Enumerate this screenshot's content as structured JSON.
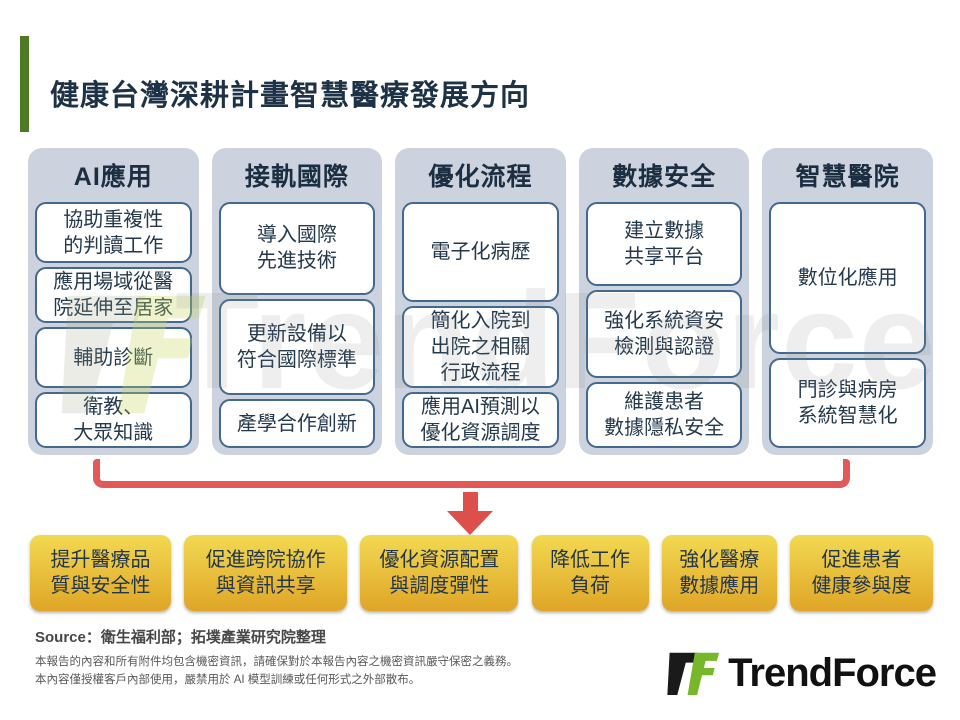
{
  "title": "健康台灣深耕計畫智慧醫療發展方向",
  "columns": [
    {
      "header": "AI應用",
      "items": [
        {
          "text": "協助重複性\n的判讀工作"
        },
        {
          "text": "應用場域從醫\n院延伸至居家"
        },
        {
          "text": "輔助診斷"
        },
        {
          "text": "衛教、\n大眾知識"
        }
      ]
    },
    {
      "header": "接軌國際",
      "items": [
        {
          "text": "導入國際\n先進技術"
        },
        {
          "text": "更新設備以\n符合國際標準"
        },
        {
          "text": "產學合作創新"
        }
      ]
    },
    {
      "header": "優化流程",
      "items": [
        {
          "text": "電子化病歷"
        },
        {
          "text": "簡化入院到\n出院之相關\n行政流程"
        },
        {
          "text": "應用AI預測以\n優化資源調度"
        }
      ]
    },
    {
      "header": "數據安全",
      "items": [
        {
          "text": "建立數據\n共享平台"
        },
        {
          "text": "強化系統資安\n檢測與認證"
        },
        {
          "text": "維護患者\n數據隱私安全"
        }
      ]
    },
    {
      "header": "智慧醫院",
      "items": [
        {
          "text": "數位化應用"
        },
        {
          "text": "門診與病房\n系統智慧化"
        }
      ]
    }
  ],
  "outcomes": [
    {
      "text": "提升醫療品\n質與安全性"
    },
    {
      "text": "促進跨院協作\n與資訊共享"
    },
    {
      "text": "優化資源配置\n與調度彈性"
    },
    {
      "text": "降低工作\n負荷"
    },
    {
      "text": "強化醫療\n數據應用"
    },
    {
      "text": "促進患者\n健康參與度"
    }
  ],
  "source": "Source：衛生福利部；拓墣產業研究院整理",
  "disclaimer": "本報告的內容和所有附件均包含機密資訊，請確保對於本報告內容之機密資訊嚴守保密之義務。\n本內容僅授權客戶內部使用，嚴禁用於 AI 模型訓練或任何形式之外部散布。",
  "logo_text": "TrendForce",
  "watermark_text": "TrendForce",
  "colors": {
    "accent_green": "#4d7a22",
    "title_navy": "#1e3247",
    "column_bg": "#cdd3de",
    "box_border": "#44698e",
    "bracket_red": "#e15a57",
    "outcome_yellow_top": "#f2d952",
    "outcome_yellow_bottom": "#dfa527",
    "logo_green": "#76b82a"
  }
}
